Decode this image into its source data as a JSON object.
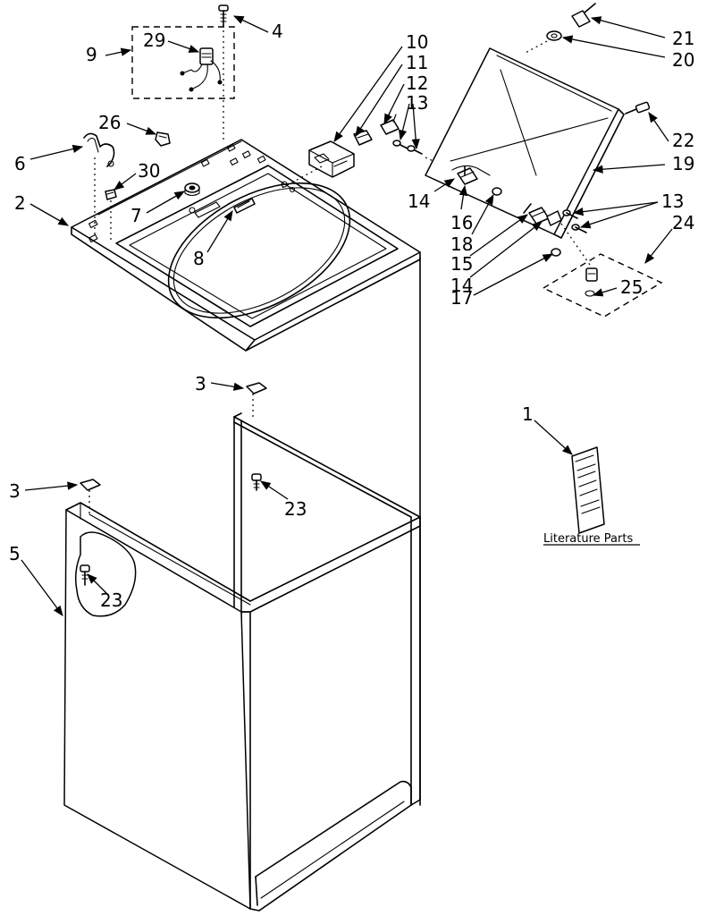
{
  "callouts": {
    "c1": "1",
    "c2": "2",
    "c3a": "3",
    "c3b": "3",
    "c4": "4",
    "c5": "5",
    "c6": "6",
    "c7": "7",
    "c8": "8",
    "c9": "9",
    "c10": "10",
    "c11": "11",
    "c12": "12",
    "c13a": "13",
    "c13b": "13",
    "c14a": "14",
    "c14b": "14",
    "c15": "15",
    "c16": "16",
    "c17": "17",
    "c18": "18",
    "c19": "19",
    "c20": "20",
    "c21": "21",
    "c22": "22",
    "c23a": "23",
    "c23b": "23",
    "c24": "24",
    "c25": "25",
    "c26": "26",
    "c29": "29",
    "c30": "30"
  },
  "literature_caption": "Literature Parts"
}
